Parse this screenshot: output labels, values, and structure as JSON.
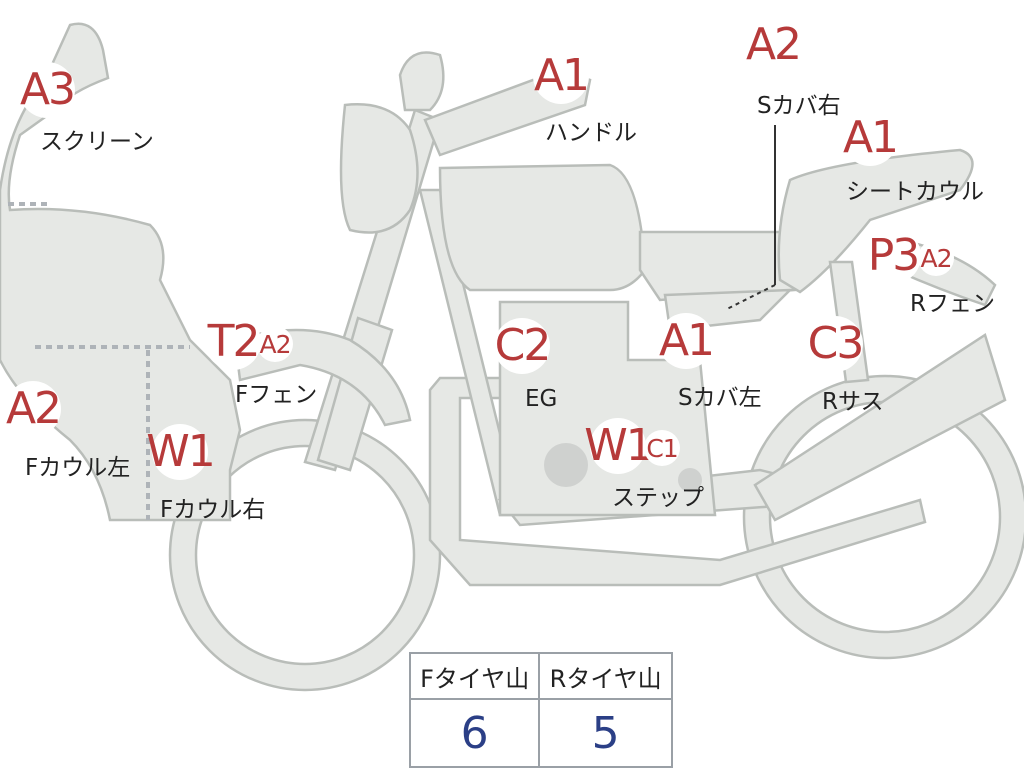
{
  "colors": {
    "part_fill": "#e6e8e5",
    "part_stroke": "#b9bdb9",
    "code_text": "#b63a3a",
    "label_text": "#222222",
    "tread_value": "#2b3f86"
  },
  "parts": [
    {
      "id": "screen",
      "code": "A3",
      "label": "スクリーン"
    },
    {
      "id": "handle",
      "code": "A1",
      "label": "ハンドル"
    },
    {
      "id": "s-cover-right",
      "code": "A2",
      "label": "Sカバ右"
    },
    {
      "id": "seat-cowl",
      "code": "A1",
      "label": "シートカウル"
    },
    {
      "id": "r-fender",
      "codes": [
        "P3",
        "A2"
      ],
      "label": "Rフェン"
    },
    {
      "id": "f-fender",
      "codes": [
        "T2",
        "A2"
      ],
      "label": "Fフェン"
    },
    {
      "id": "engine",
      "code": "C2",
      "label": "EG"
    },
    {
      "id": "s-cover-left",
      "code": "A1",
      "label": "Sカバ左"
    },
    {
      "id": "r-suspension",
      "code": "C3",
      "label": "Rサス"
    },
    {
      "id": "f-cowl-left",
      "code": "A2",
      "label": "Fカウル左"
    },
    {
      "id": "f-cowl-right",
      "code": "W1",
      "label": "Fカウル右"
    },
    {
      "id": "step",
      "codes": [
        "W1",
        "C1"
      ],
      "label": "ステップ"
    }
  ],
  "tread_table": {
    "headers": [
      "Fタイヤ山",
      "Rタイヤ山"
    ],
    "values": [
      "6",
      "5"
    ]
  }
}
